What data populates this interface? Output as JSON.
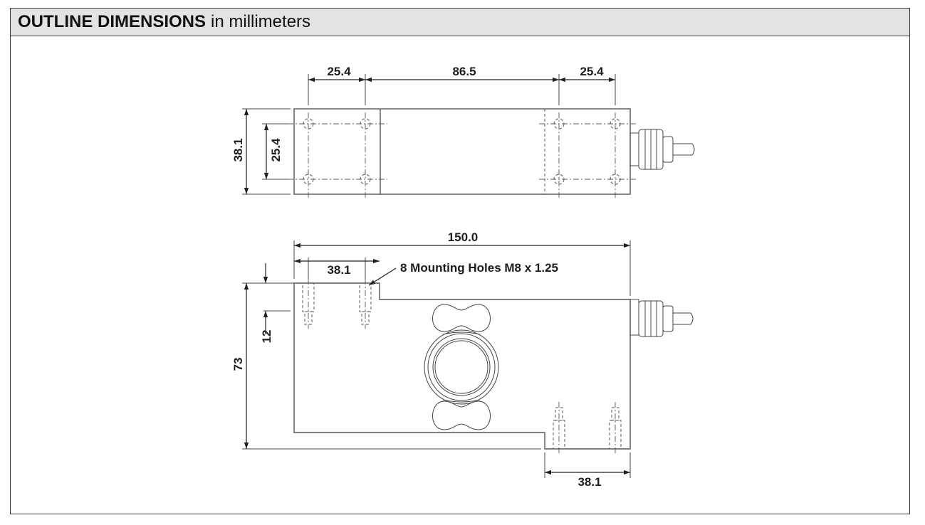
{
  "header": {
    "title_bold": "OUTLINE DIMENSIONS",
    "title_rest": "in millimeters"
  },
  "top_view": {
    "dim_left_span": "25.4",
    "dim_center_span": "86.5",
    "dim_right_span": "25.4",
    "dim_height": "38.1",
    "dim_hole_spacing": "25.4"
  },
  "side_view": {
    "dim_overall_length": "150.0",
    "dim_left_hole_span": "38.1",
    "callout": "8 Mounting Holes M8 x 1.25",
    "dim_step": "12",
    "dim_height": "73",
    "dim_right_hole_span": "38.1"
  },
  "colors": {
    "header_bg": "#e3e3e3",
    "line": "#555555",
    "text": "#1c1c1c"
  }
}
